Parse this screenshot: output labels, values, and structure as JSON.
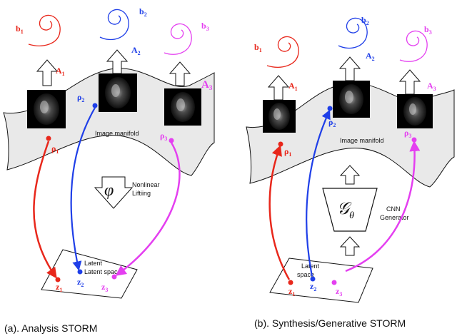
{
  "colors": {
    "red": "#e8271b",
    "blue": "#1f3fe8",
    "magenta": "#e43ff0",
    "manifold_fill": "#e9e9e9",
    "outline": "#111111"
  },
  "panels": [
    {
      "caption": "(a). Analysis STORM",
      "manifold_label": "Image manifold",
      "latent_label": "Latent space",
      "nonlinear_label_1": "Nonlinear",
      "nonlinear_label_2": "Liftiing",
      "phi": "φ",
      "rho": [
        {
          "sym": "ρ",
          "sub": "1"
        },
        {
          "sym": "ρ",
          "sub": "2"
        },
        {
          "sym": "ρ",
          "sub": "3"
        }
      ],
      "z": [
        {
          "sym": "z",
          "sub": "1"
        },
        {
          "sym": "z",
          "sub": "2"
        },
        {
          "sym": "z",
          "sub": "3"
        }
      ],
      "A": [
        {
          "sym": "A",
          "sub": "1"
        },
        {
          "sym": "A",
          "sub": "2"
        },
        {
          "sym": "A",
          "sub": "3"
        }
      ],
      "b": [
        {
          "sym": "b",
          "sub": "1"
        },
        {
          "sym": "b",
          "sub": "2"
        },
        {
          "sym": "b",
          "sub": "3"
        }
      ]
    },
    {
      "caption": "(b). Synthesis/Generative STORM",
      "manifold_label": "Image manifold",
      "latent_label_1": "Latent",
      "latent_label_2": "space",
      "generator_label_1": "CNN",
      "generator_label_2": "Generator",
      "G": "𝒢",
      "theta": "θ",
      "rho": [
        {
          "sym": "ρ",
          "sub": "1"
        },
        {
          "sym": "ρ",
          "sub": "2"
        },
        {
          "sym": "ρ",
          "sub": "3"
        }
      ],
      "z": [
        {
          "sym": "z",
          "sub": "1"
        },
        {
          "sym": "z",
          "sub": "2"
        },
        {
          "sym": "z",
          "sub": "3"
        }
      ],
      "A": [
        {
          "sym": "A",
          "sub": "1"
        },
        {
          "sym": "A",
          "sub": "2"
        },
        {
          "sym": "A",
          "sub": "3"
        }
      ],
      "b": [
        {
          "sym": "b",
          "sub": "1"
        },
        {
          "sym": "b",
          "sub": "2"
        },
        {
          "sym": "b",
          "sub": "3"
        }
      ]
    }
  ]
}
